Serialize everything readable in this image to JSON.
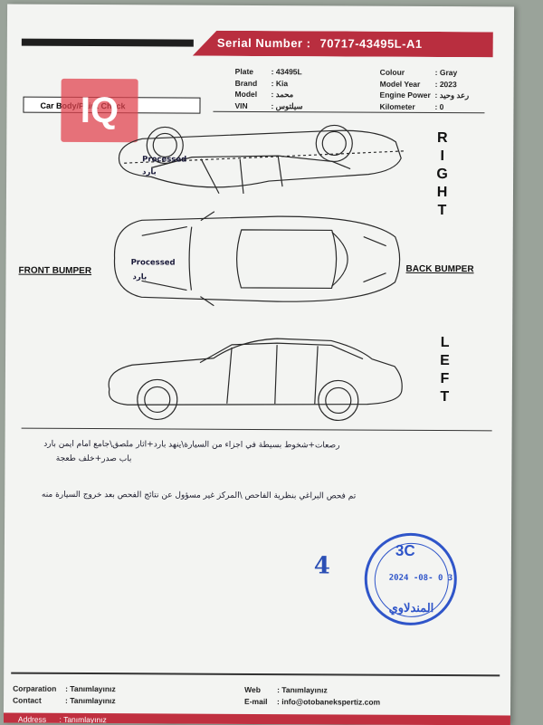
{
  "header": {
    "serial_label": "Serial Number :",
    "serial_value": "70717-43495L-A1"
  },
  "vehicle_left": {
    "plate_label": "Plate",
    "plate_value": "43495L",
    "brand_label": "Brand",
    "brand_value": "Kia",
    "model_label": "Model",
    "model_value": "محمد",
    "vin_label": "VIN",
    "vin_value": "سيلتوس"
  },
  "vehicle_right": {
    "colour_label": "Colour",
    "colour_value": "Gray",
    "year_label": "Model Year",
    "year_value": "2023",
    "engine_label": "Engine Power",
    "engine_value": "رعد وحيد",
    "km_label": "Kilometer",
    "km_value": "0"
  },
  "logo": {
    "text": "IQ"
  },
  "section": {
    "title": "Car Body/Paint Check"
  },
  "directions": {
    "right": [
      "R",
      "I",
      "G",
      "H",
      "T"
    ],
    "left": [
      "L",
      "E",
      "F",
      "T"
    ],
    "front": "FRONT BUMPER",
    "back": "BACK BUMPER"
  },
  "annotations": {
    "side_processed": "Processed",
    "side_cold": "بارد",
    "top_processed": "Processed",
    "top_cold": "بارد"
  },
  "notes": {
    "line1": "رصعات+شخوط بسيطة في اجزاء من السيارة\\ينهد بارد+اثار ملصق\\جامع امام ايمن بارد",
    "line2": "باب صدر+خلف طعجة",
    "line3": "تم فحص البراغي بنظرية الفاحص \\المركز غير مسؤول عن نتائج الفحص بعد خروج السيارة منه"
  },
  "handwritten_number": "4",
  "stamp": {
    "code": "3C",
    "date": "2024 -08- 0 3",
    "name": "المندلاوي"
  },
  "footer": {
    "corp_label": "Corparation",
    "corp_value": "Tanımlayınız",
    "contact_label": "Contact",
    "contact_value": "Tanımlayınız",
    "web_label": "Web",
    "web_value": "Tanımlayınız",
    "email_label": "E-mail",
    "email_value": "info@otobanekspertiz.com",
    "address_label": "Address",
    "address_value": "Tanımlayınız"
  },
  "colors": {
    "brand_red": "#b92e3f",
    "stamp_blue": "#2f55c9",
    "dark": "#1e1e1e"
  }
}
